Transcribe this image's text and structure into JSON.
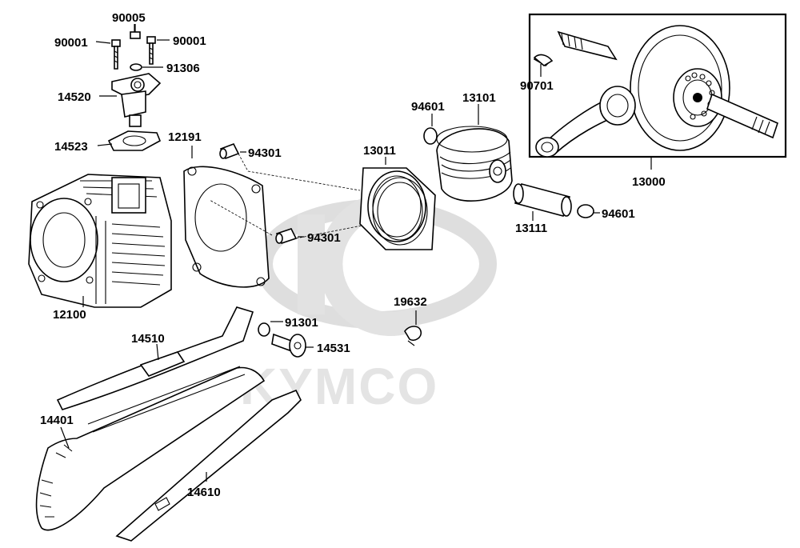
{
  "watermark": {
    "brand": "KYMCO",
    "logo_color": "#dcdcdc"
  },
  "parts": {
    "p90005": "90005",
    "p90001_left": "90001",
    "p90001_right": "90001",
    "p91306": "91306",
    "p14520": "14520",
    "p14523": "14523",
    "p12191": "12191",
    "p94301_top": "94301",
    "p94301_bottom": "94301",
    "p12100": "12100",
    "p13011": "13011",
    "p94601_top": "94601",
    "p13101": "13101",
    "p13111": "13111",
    "p94601_right": "94601",
    "p90701": "90701",
    "p13000": "13000",
    "p19632": "19632",
    "p91301": "91301",
    "p14531": "14531",
    "p14510": "14510",
    "p14401": "14401",
    "p14610": "14610"
  }
}
